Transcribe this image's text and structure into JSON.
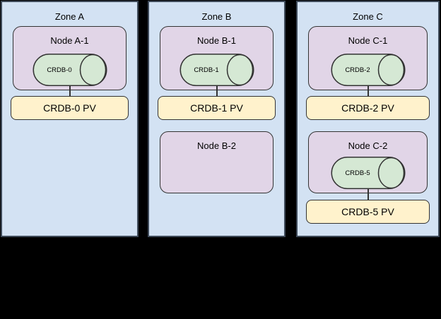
{
  "colors": {
    "background": "#000000",
    "zone_fill": "#d3e2f3",
    "zone_stroke": "#3e4a59",
    "node_fill": "#e1d5e7",
    "node_stroke": "#333333",
    "pod_fill": "#d5e8d4",
    "pod_stroke": "#333333",
    "pv_fill": "#fff2cc",
    "pv_stroke": "#333333",
    "connector_stroke": "#333333",
    "text": "#000000"
  },
  "zones": [
    {
      "label": "Zone A",
      "items": [
        {
          "node_label": "Node A-1",
          "pod_label": "CRDB-0",
          "pv_label": "CRDB-0 PV"
        }
      ]
    },
    {
      "label": "Zone B",
      "items": [
        {
          "node_label": "Node B-1",
          "pod_label": "CRDB-1",
          "pv_label": "CRDB-1 PV"
        },
        {
          "node_label": "Node B-2"
        }
      ]
    },
    {
      "label": "Zone C",
      "items": [
        {
          "node_label": "Node C-1",
          "pod_label": "CRDB-2",
          "pv_label": "CRDB-2 PV"
        },
        {
          "node_label": "Node C-2",
          "pod_label": "CRDB-5",
          "pv_label": "CRDB-5 PV"
        }
      ]
    }
  ]
}
